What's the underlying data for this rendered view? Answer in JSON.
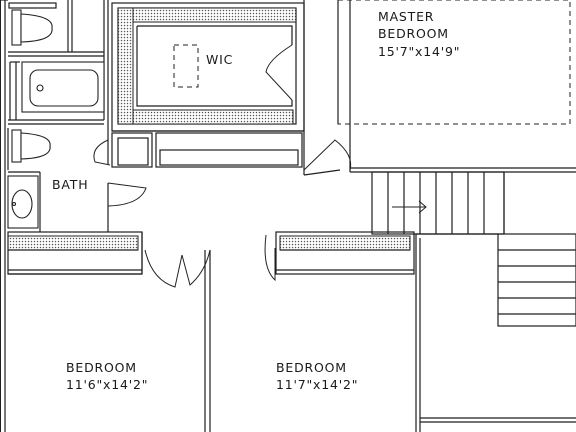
{
  "rooms": {
    "master": {
      "name_line1": "MASTER",
      "name_line2": "BEDROOM",
      "dims": "15'7\"x14'9\""
    },
    "wic": {
      "name": "WIC"
    },
    "bath": {
      "name": "BATH"
    },
    "bedroom_left": {
      "name": "BEDROOM",
      "dims": "11'6\"x14'2\""
    },
    "bedroom_right": {
      "name": "BEDROOM",
      "dims": "11'7\"x14'2\""
    }
  }
}
